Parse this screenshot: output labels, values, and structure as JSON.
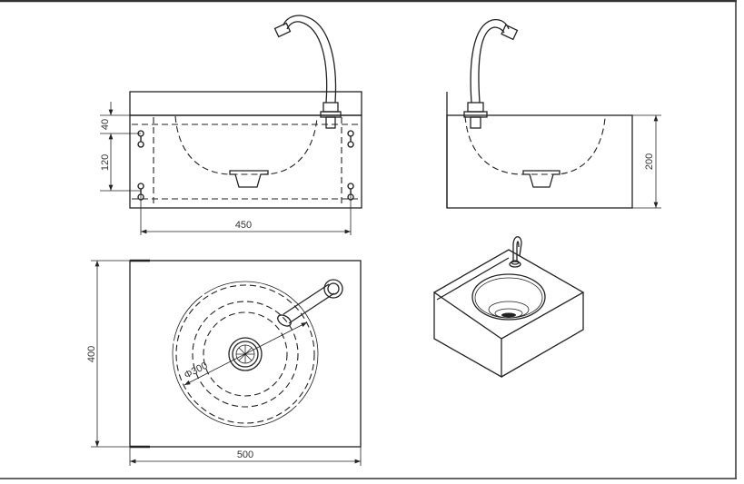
{
  "drawing": {
    "title": "Wall-mounted stainless steel hand wash basin",
    "dimensions": {
      "front_top_offset": "40",
      "front_hole_spacing": "120",
      "front_width": "450",
      "side_height": "200",
      "top_depth": "400",
      "top_width": "500",
      "bowl_diameter": "Φ300"
    }
  }
}
